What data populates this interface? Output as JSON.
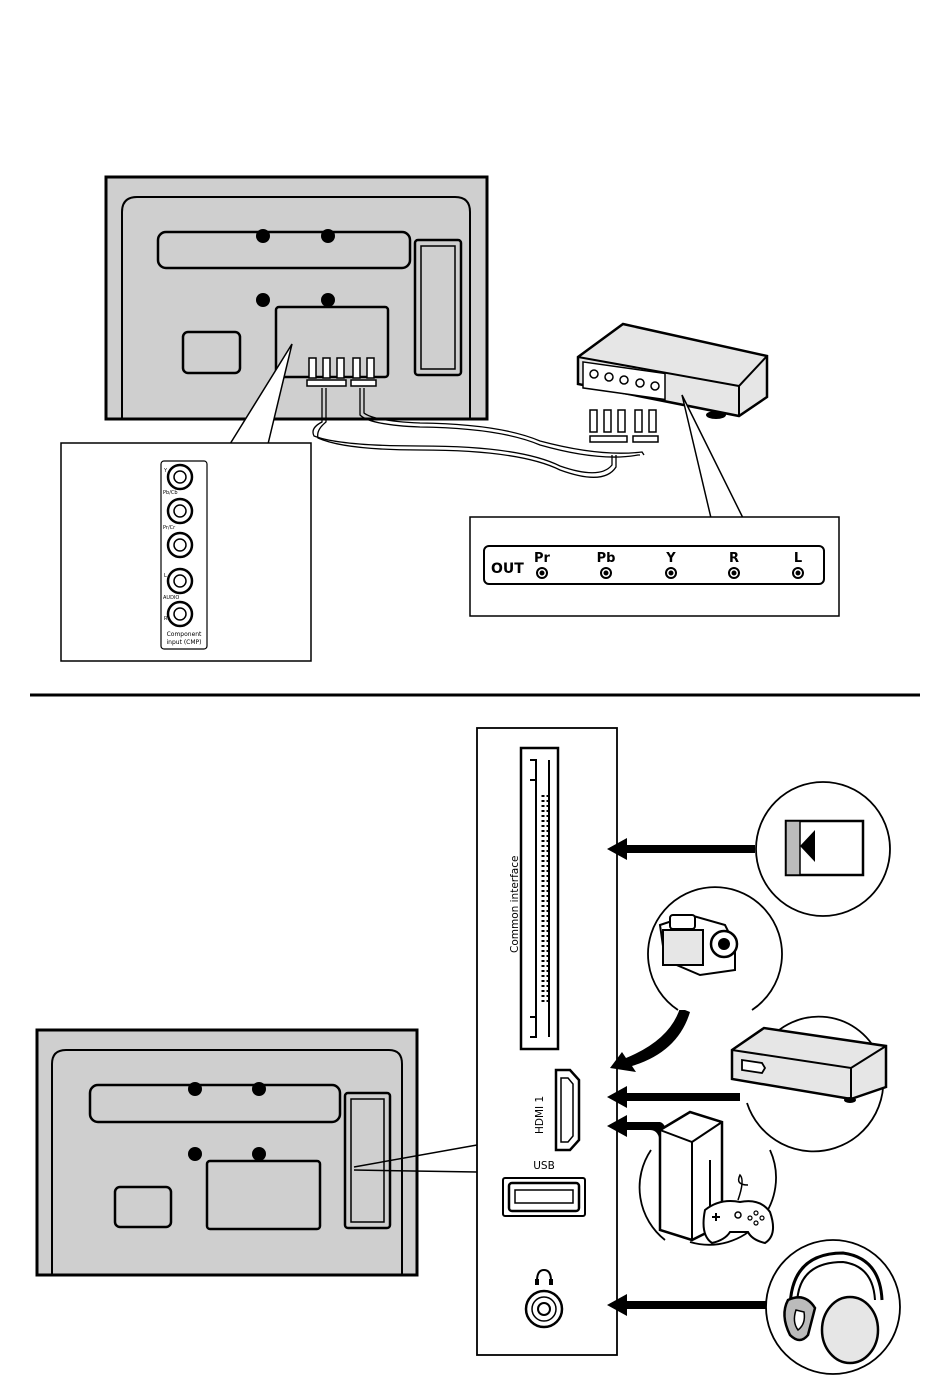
{
  "top_section": {
    "tv_panel": {
      "port_labels": [
        "Y",
        "Pb/Cb",
        "Pr/Cr",
        "L",
        "AUDIO",
        "R"
      ],
      "caption_line1": "Component",
      "caption_line2": "input (CMP)"
    },
    "source_device_panel": {
      "out_label": "OUT",
      "ports": [
        "Pr",
        "Pb",
        "Y",
        "R",
        "L"
      ]
    }
  },
  "bottom_section": {
    "side_panel": {
      "common_interface_label": "Common interface",
      "hdmi_label": "HDMI 1",
      "usb_label": "USB"
    },
    "devices": [
      "ci-card-icon",
      "camcorder-icon",
      "set-top-box-icon",
      "game-console-icon",
      "headphones-icon"
    ]
  }
}
